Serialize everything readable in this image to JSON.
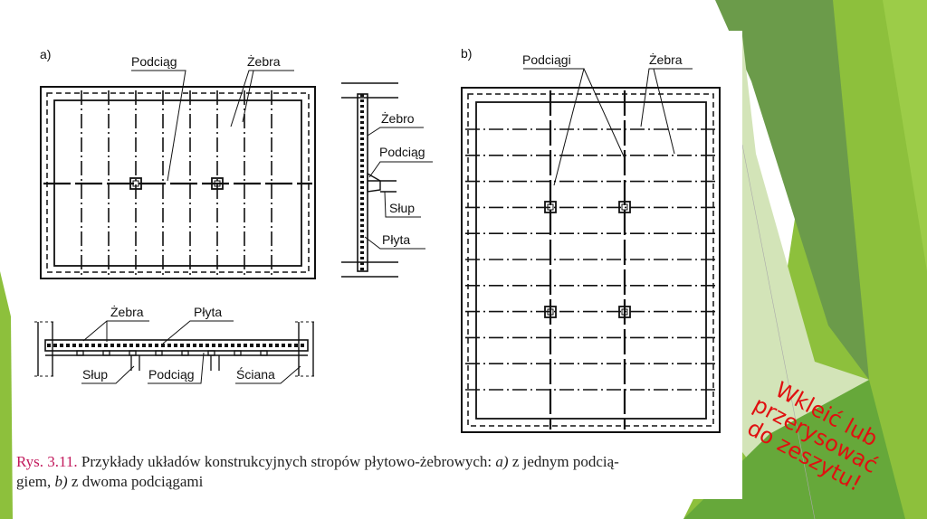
{
  "figure": {
    "part_a": {
      "label": "a)",
      "plan_labels": {
        "beam": "Podciąg",
        "ribs": "Żebra"
      },
      "side_section_labels": {
        "rib": "Żebro",
        "beam": "Podciąg",
        "column": "Słup",
        "slab": "Płyta"
      },
      "bottom_section_labels": {
        "ribs": "Żebra",
        "slab": "Płyta",
        "column": "Słup",
        "beam": "Podciąg",
        "wall": "Ściana"
      }
    },
    "part_b": {
      "label": "b)",
      "plan_labels": {
        "beams": "Podciągi",
        "ribs": "Żebra"
      }
    },
    "caption": {
      "number": "Rys. 3.11.",
      "text_1": " Przykłady układów konstrukcyjnych stropów płytowo-żebrowych: ",
      "a": "a)",
      "text_2": " z jednym podcią-",
      "text_3": "giem, ",
      "b": "b)",
      "text_4": " z dwoma podciągami"
    }
  },
  "note": {
    "line1": "Wkleić lub",
    "line2": "przerysować",
    "line3": "do zeszytu!",
    "color": "#e01010"
  },
  "theme": {
    "green_light": "#8dc03c",
    "green_dark": "#6b9b4a",
    "green_pale": "#d3e4b8"
  }
}
